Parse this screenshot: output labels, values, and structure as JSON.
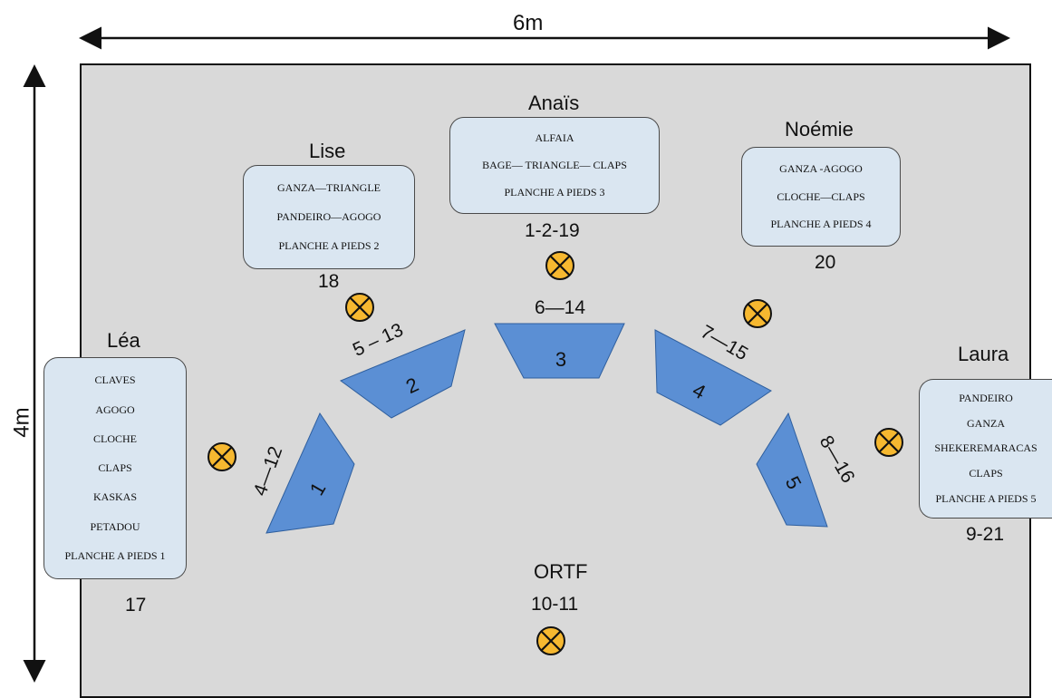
{
  "dimensions": {
    "width": "6m",
    "height": "4m"
  },
  "performers": [
    {
      "id": "lea",
      "name": "Léa",
      "number": "17",
      "instruments": [
        "CLAVES",
        "AGOGO",
        "CLOCHE",
        "CLAPS",
        "KASKAS",
        "PETADOU",
        "PLANCHE A PIEDS  1"
      ]
    },
    {
      "id": "lise",
      "name": "Lise",
      "number": "18",
      "instruments": [
        "GANZA—TRIANGLE",
        "PANDEIRO—AGOGO",
        "PLANCHE A PIEDS 2"
      ]
    },
    {
      "id": "anais",
      "name": "Anaïs",
      "number": "1-2-19",
      "instruments": [
        "ALFAIA",
        "BAGE— TRIANGLE— CLAPS",
        "PLANCHE A PIEDS 3"
      ]
    },
    {
      "id": "noemie",
      "name": "Noémie",
      "number": "20",
      "instruments": [
        "GANZA -AGOGO",
        "CLOCHE—CLAPS",
        "PLANCHE A PIEDS 4"
      ]
    },
    {
      "id": "laura",
      "name": "Laura",
      "number": "9-21",
      "instruments": [
        "PANDEIRO",
        "GANZA",
        "SHEKEREMARACAS",
        "CLAPS",
        "PLANCHE A PIEDS 5"
      ]
    }
  ],
  "ortf": {
    "label": "ORTF",
    "number": "10-11"
  },
  "speakers": [
    {
      "id": "1",
      "label": "1",
      "numbers": "4—12"
    },
    {
      "id": "2",
      "label": "2",
      "numbers": "5 – 13"
    },
    {
      "id": "3",
      "label": "3",
      "numbers": "6—14"
    },
    {
      "id": "4",
      "label": "4",
      "numbers": "7—15"
    },
    {
      "id": "5",
      "label": "5",
      "numbers": "8—16"
    }
  ],
  "colors": {
    "room": "#d9d9d9",
    "box": "#dae6f1",
    "speaker": "#5b8fd4",
    "mic": "#f6b830"
  },
  "icons": {
    "microphone": "circled-x-icon",
    "arrow": "double-arrow-icon"
  }
}
